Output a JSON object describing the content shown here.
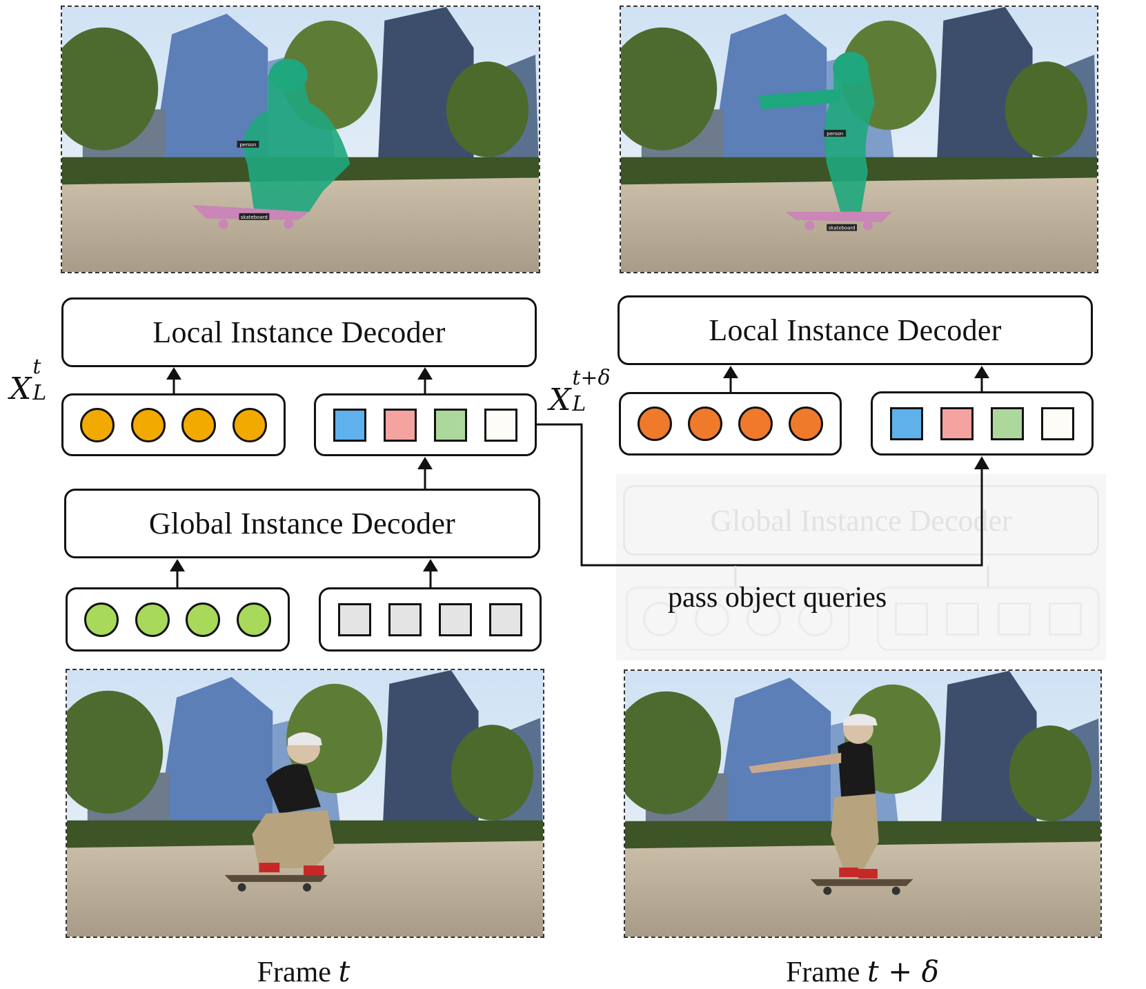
{
  "left": {
    "local_decoder_label": "Local Instance Decoder",
    "global_decoder_label": "Global Instance Decoder",
    "embedding_symbol": "X",
    "embedding_sup": "t",
    "embedding_sub": "L",
    "caption_text": "Frame ",
    "caption_var": "t",
    "mask_labels": [
      "person",
      "skateboard"
    ]
  },
  "right": {
    "local_decoder_label": "Local Instance Decoder",
    "global_decoder_label": "Global Instance Decoder",
    "embedding_symbol": "X",
    "embedding_sup": "t+δ",
    "embedding_sub": "L",
    "caption_text": "Frame ",
    "caption_var": "t + δ",
    "mask_labels": [
      "person",
      "skateboard"
    ]
  },
  "pass_label": "pass object queries",
  "colors": {
    "left_local_tokens": "#f2a900",
    "right_local_tokens": "#ef7a2c",
    "global_input_tokens": "#a8d95a",
    "query_gray": "#e4e4e4",
    "query_colors": [
      "#5fb1ec",
      "#f4a3a0",
      "#add89c",
      "#fefcf7"
    ],
    "mask_fill": "#1fa77d"
  }
}
